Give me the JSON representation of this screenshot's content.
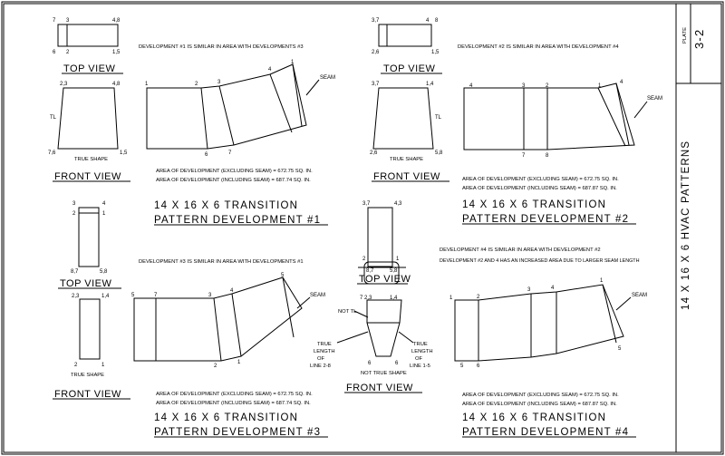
{
  "title_block": {
    "plate_label": "PLATE",
    "plate_number": "3-2",
    "sheet_title": "14 X 16 X 6 HVAC PATTERNS"
  },
  "views": {
    "top_view": "TOP VIEW",
    "front_view": "FRONT VIEW",
    "true_shape": "TRUE SHAPE",
    "not_true_shape": "NOT TRUE SHAPE",
    "tl": "TL",
    "not_tl": "NOT TL",
    "seam": "SEAM"
  },
  "true_length_28": [
    "TRUE",
    "LENGTH",
    "OF",
    "LINE 2-8"
  ],
  "true_length_15": [
    "TRUE",
    "LENGTH",
    "OF",
    "LINE 1-5"
  ],
  "notes": {
    "dev1_similar": "DEVELOPMENT #1 IS SIMILAR IN AREA WITH DEVELOPMENTS #3",
    "dev2_similar": "DEVELOPMENT #2 IS SIMILAR IN AREA WITH DEVELOPMENT #4",
    "dev3_similar": "DEVELOPMENT #3 IS SIMILAR IN AREA WITH DEVELOPMENTS #1",
    "dev4_similar": "DEVELOPMENT #4 IS SIMILAR IN AREA WITH DEVELOPMENT #2",
    "dev24_increase": "DEVELOPMENT #2 AND 4 HAS AN INCREASED AREA DUE TO LARGER SEAM LENGTH"
  },
  "areas": {
    "d1_excl": "AREA OF DEVELOPMENT (EXCLUDING SEAM) = 672.75 SQ. IN.",
    "d1_incl": "AREA OF DEVELOPMENT (INCLUDING SEAM) = 687.74 SQ. IN.",
    "d2_excl": "AREA OF DEVELOPMENT (EXCLUDING SEAM) = 672.75 SQ. IN.",
    "d2_incl": "AREA OF DEVELOPMENT (INCLUDING SEAM) = 687.87 SQ. IN.",
    "d3_excl": "AREA OF DEVELOPMENT (EXCLUDING SEAM) = 672.75 SQ. IN.",
    "d3_incl": "AREA OF DEVELOPMENT (INCLUDING SEAM) = 687.74 SQ. IN.",
    "d4_excl": "AREA OF DEVELOPMENT (EXCLUDING SEAM) = 672.75 SQ. IN.",
    "d4_incl": "AREA OF DEVELOPMENT (INCLUDING SEAM) = 687.87 SQ. IN."
  },
  "headings": {
    "transition": "14 X 16 X 6 TRANSITION",
    "pd1": "PATTERN DEVELOPMENT #1",
    "pd2": "PATTERN DEVELOPMENT #2",
    "pd3": "PATTERN DEVELOPMENT #3",
    "pd4": "PATTERN DEVELOPMENT #4"
  },
  "points": {
    "n1": "1",
    "n2": "2",
    "n3": "3",
    "n4": "4",
    "n5": "5",
    "n6": "6",
    "n7": "7",
    "n8": "8",
    "n15": "1,5",
    "n23": "2,3",
    "n26": "2,6",
    "n48": "4,8",
    "n76": "7,6",
    "n37": "3,7",
    "n14": "1,4",
    "n58": "5,8",
    "n87": "8,7",
    "n43": "4,3",
    "n723": "7 2,3",
    "n14b": "1,4"
  }
}
